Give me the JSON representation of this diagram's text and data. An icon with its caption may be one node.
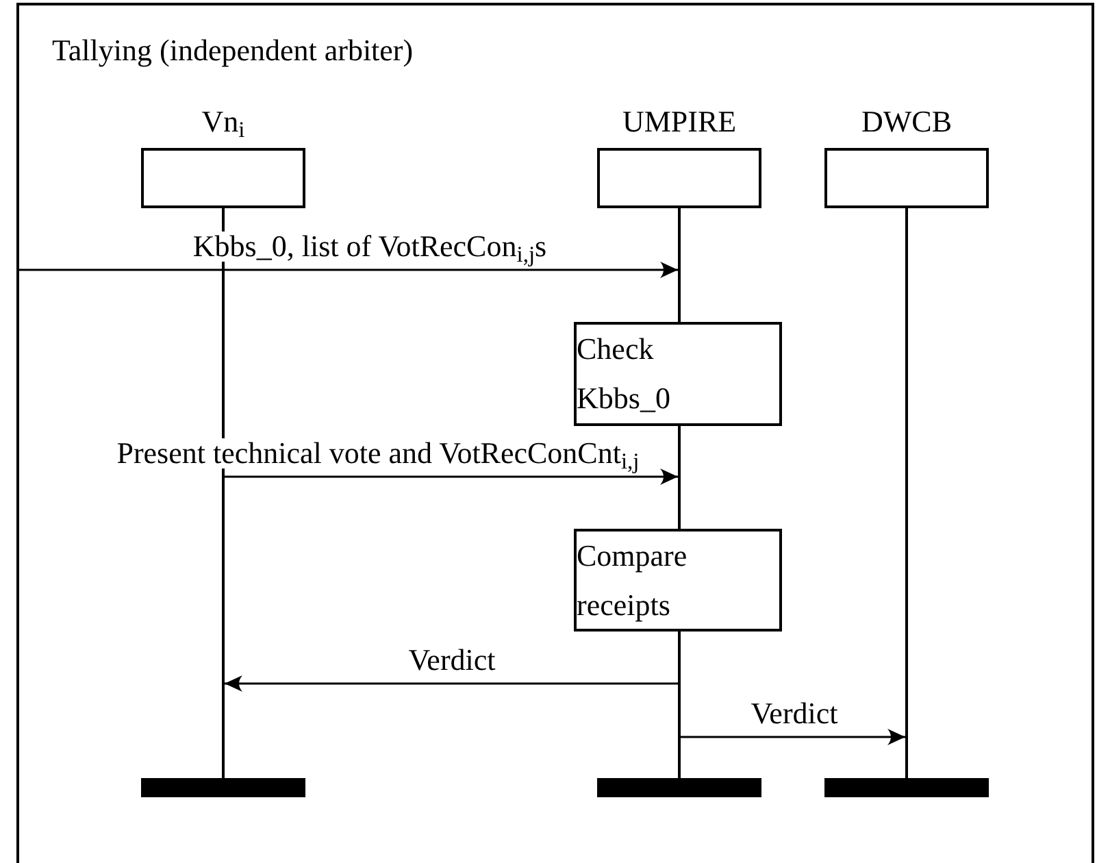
{
  "diagram": {
    "title": "Tallying (independent arbiter)",
    "nodes": [
      {
        "text": [
          "Vn$_{i}$"
        ]
      },
      {
        "text": [
          "UMPIRE"
        ]
      },
      {
        "text": [
          "DWCB"
        ]
      },
      {
        "text": [],
        "shape": "line"
      },
      {
        "text": [],
        "shape": "line"
      },
      {
        "text": [],
        "shape": "line"
      },
      {
        "text": [
          "Check Kbbs_0"
        ]
      },
      {
        "text": [
          "Compare receipts"
        ]
      },
      {
        "text": [],
        "shape": "bar"
      },
      {
        "text": [],
        "shape": "bar"
      },
      {
        "text": [],
        "shape": "bar"
      }
    ],
    "edges": [
      {
        "from": null,
        "to": 4,
        "arrow": "to",
        "label": "Kbbs_0, list of VotRecCon$_{i,j}$s"
      },
      {
        "from": 3,
        "to": 4,
        "arrow": "to",
        "label": "Present technical vote and VotRecConCnt$_{i,j}$"
      },
      {
        "from": 4,
        "to": 3,
        "arrow": "to",
        "label": "Verdict"
      },
      {
        "from": 4,
        "to": 5,
        "arrow": "to",
        "label": "Verdict"
      }
    ]
  }
}
